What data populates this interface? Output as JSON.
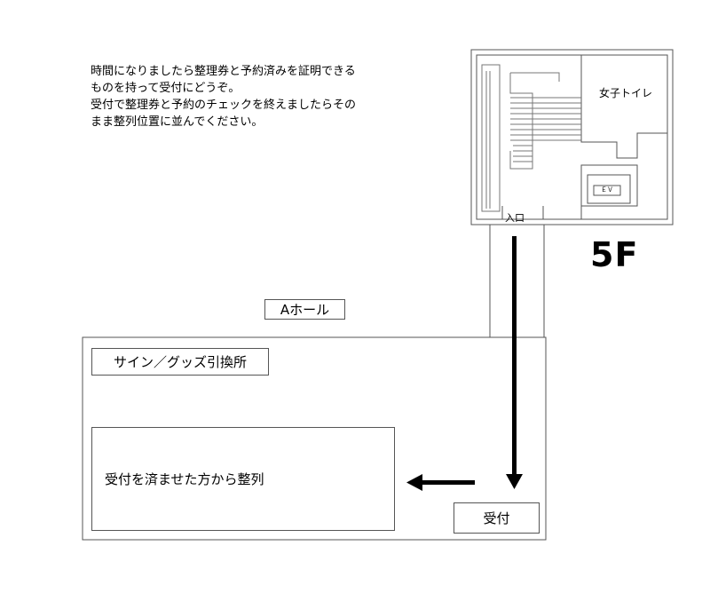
{
  "instructions": {
    "lines": [
      "時間になりましたら整理券と予約済みを証明できる",
      "ものを持って受付にどうぞ。",
      "受付で整理券と予約のチェックを終えましたらその",
      "まま整列位置に並んでください。"
    ]
  },
  "floor": {
    "label": "5F"
  },
  "rooms": {
    "womens_restroom": "女子トイレ",
    "elevator": "ＥＶ",
    "entrance": "入口",
    "hall": "Aホール",
    "sign_goods": "サイン／グッズ引換所",
    "reception": "受付",
    "queue_area": "受付を済ませた方から整列"
  },
  "icons": {
    "down_arrow": "arrow-down-icon",
    "left_arrow": "arrow-left-icon"
  },
  "colors": {
    "line": "#555555",
    "arrow": "#000000"
  }
}
